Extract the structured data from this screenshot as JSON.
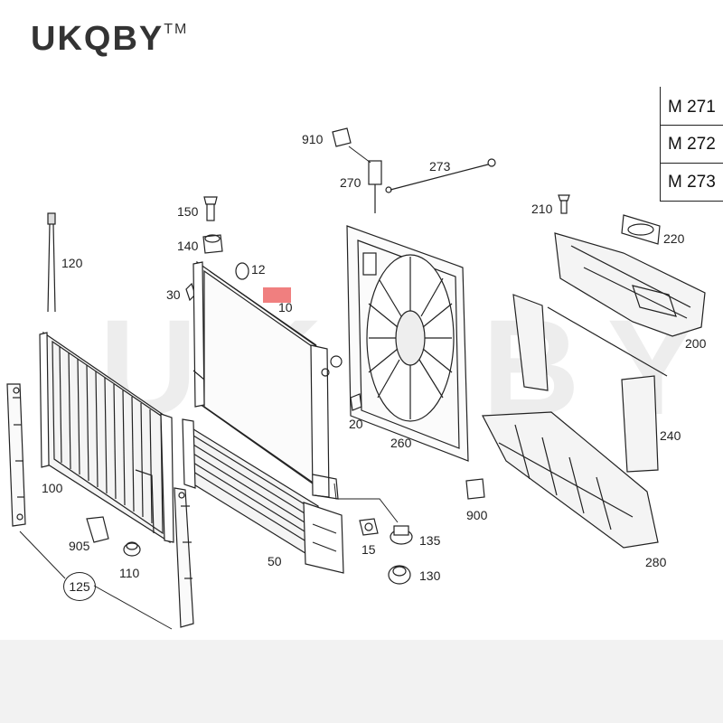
{
  "brand": {
    "name": "UKQBY",
    "tm": "TM"
  },
  "engine_variants": [
    "M 271",
    "M 272",
    "M 273"
  ],
  "watermark": "UKQBY",
  "highlight_color": "#f07f7f",
  "callouts": {
    "c910": "910",
    "c270": "270",
    "c273": "273",
    "c150": "150",
    "c140": "140",
    "c12": "12",
    "c10": "10",
    "c30": "30",
    "c120": "120",
    "c210": "210",
    "c220": "220",
    "c200": "200",
    "c20": "20",
    "c260": "260",
    "c240": "240",
    "c100": "100",
    "c900": "900",
    "c905": "905",
    "c110": "110",
    "c125": "125",
    "c50": "50",
    "c15": "15",
    "c135": "135",
    "c130": "130",
    "c280": "280"
  }
}
